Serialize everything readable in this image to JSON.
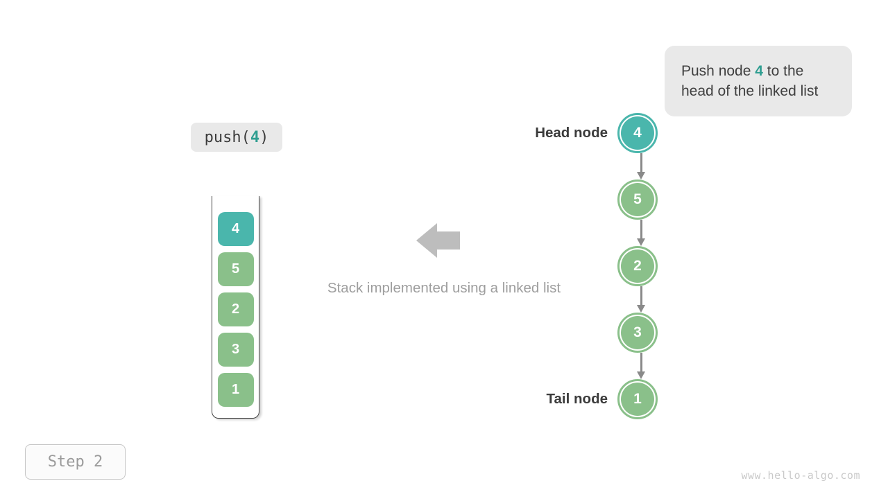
{
  "colors": {
    "teal_fill": "#4ab6ac",
    "green_fill": "#8ac08a",
    "teal_text": "#2f9e91",
    "dark_text": "#3c3c3c",
    "grey_text": "#9e9e9e",
    "block_arrow_grey": "#bdbdbd",
    "connector_grey": "#8a8a8a",
    "chip_bg": "#e9e9e9",
    "watermark_grey": "#c9c9c9"
  },
  "callout": {
    "text_before": "Push node ",
    "highlight": "4",
    "text_after": " to the head of the linked list"
  },
  "operation": {
    "fn": "push(",
    "arg": "4",
    "close": ")"
  },
  "stack": {
    "caption": "Stack implemented using a linked list",
    "items": [
      {
        "value": "4",
        "highlight": true
      },
      {
        "value": "5",
        "highlight": false
      },
      {
        "value": "2",
        "highlight": false
      },
      {
        "value": "3",
        "highlight": false
      },
      {
        "value": "1",
        "highlight": false
      }
    ]
  },
  "linked_list": {
    "head_label": "Head node",
    "tail_label": "Tail node",
    "nodes": [
      {
        "value": "4",
        "highlight": true
      },
      {
        "value": "5",
        "highlight": false
      },
      {
        "value": "2",
        "highlight": false
      },
      {
        "value": "3",
        "highlight": false
      },
      {
        "value": "1",
        "highlight": false
      }
    ]
  },
  "step_badge": {
    "label": "Step 2"
  },
  "watermark": {
    "text": "www.hello-algo.com"
  }
}
